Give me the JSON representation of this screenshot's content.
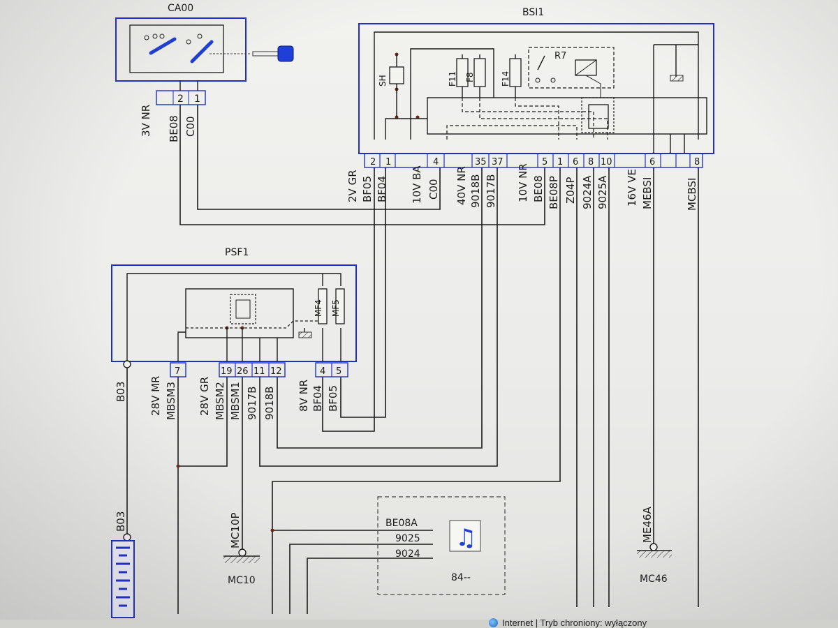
{
  "components": {
    "ca00": {
      "title": "CA00",
      "pins": [
        "2",
        "1"
      ],
      "wire_spec": "3V  NR",
      "wires": [
        "BE08",
        "C00"
      ]
    },
    "bsi1": {
      "title": "BSI1",
      "relay": "R7",
      "shunt": "SH",
      "fuses": [
        "F11",
        "F8",
        "F14"
      ],
      "pins": [
        "2",
        "1",
        "4",
        "35",
        "37",
        "5",
        "1",
        "6",
        "8",
        "10",
        "6",
        "",
        "8"
      ],
      "groups": [
        {
          "spec": "2V  GR",
          "wires": [
            "BF05",
            "BF04"
          ]
        },
        {
          "spec": "10V  BA",
          "wires": [
            "C00"
          ]
        },
        {
          "spec": "40V  NR",
          "wires": [
            "9018B",
            "9017B"
          ]
        },
        {
          "spec": "10V  NR",
          "wires": [
            "BE08",
            "BE08P"
          ]
        },
        {
          "spec": "",
          "wires": [
            "Z04P",
            "9024A",
            "9025A"
          ]
        },
        {
          "spec": "16V  VE",
          "wires": [
            "MEBSI"
          ]
        },
        {
          "spec": "",
          "wires": [
            "MCBSI"
          ]
        }
      ]
    },
    "psf1": {
      "title": "PSF1",
      "fuses": [
        "MF4",
        "MF5"
      ],
      "pins": [
        "7",
        "19",
        "26",
        "11",
        "12",
        "4",
        "5"
      ],
      "groups": [
        {
          "spec": "",
          "wires": [
            "B03"
          ]
        },
        {
          "spec": "28V  MR",
          "wires": [
            "MBSM3"
          ]
        },
        {
          "spec": "28V  GR",
          "wires": [
            "MBSM2",
            "MBSM1",
            "9017B",
            "9018B"
          ]
        },
        {
          "spec": "8V  NR",
          "wires": [
            "BF04",
            "BF05"
          ]
        }
      ]
    },
    "ground_mc10": {
      "wire": "MC10P",
      "label": "MC10"
    },
    "ground_mc46": {
      "wire": "ME46A",
      "label": "MC46"
    },
    "battery": {
      "wire": "B03"
    },
    "bus84": {
      "wires": [
        "BE08A",
        "9025",
        "9024"
      ],
      "label": "84--"
    }
  },
  "status_bar": {
    "text": "Internet | Tryb chroniony: wyłączony"
  },
  "colors": {
    "housing": "#1f2fc6",
    "wire": "#1b1b1b",
    "key_blade": "#1f3fd6",
    "paper": "#efefec"
  }
}
